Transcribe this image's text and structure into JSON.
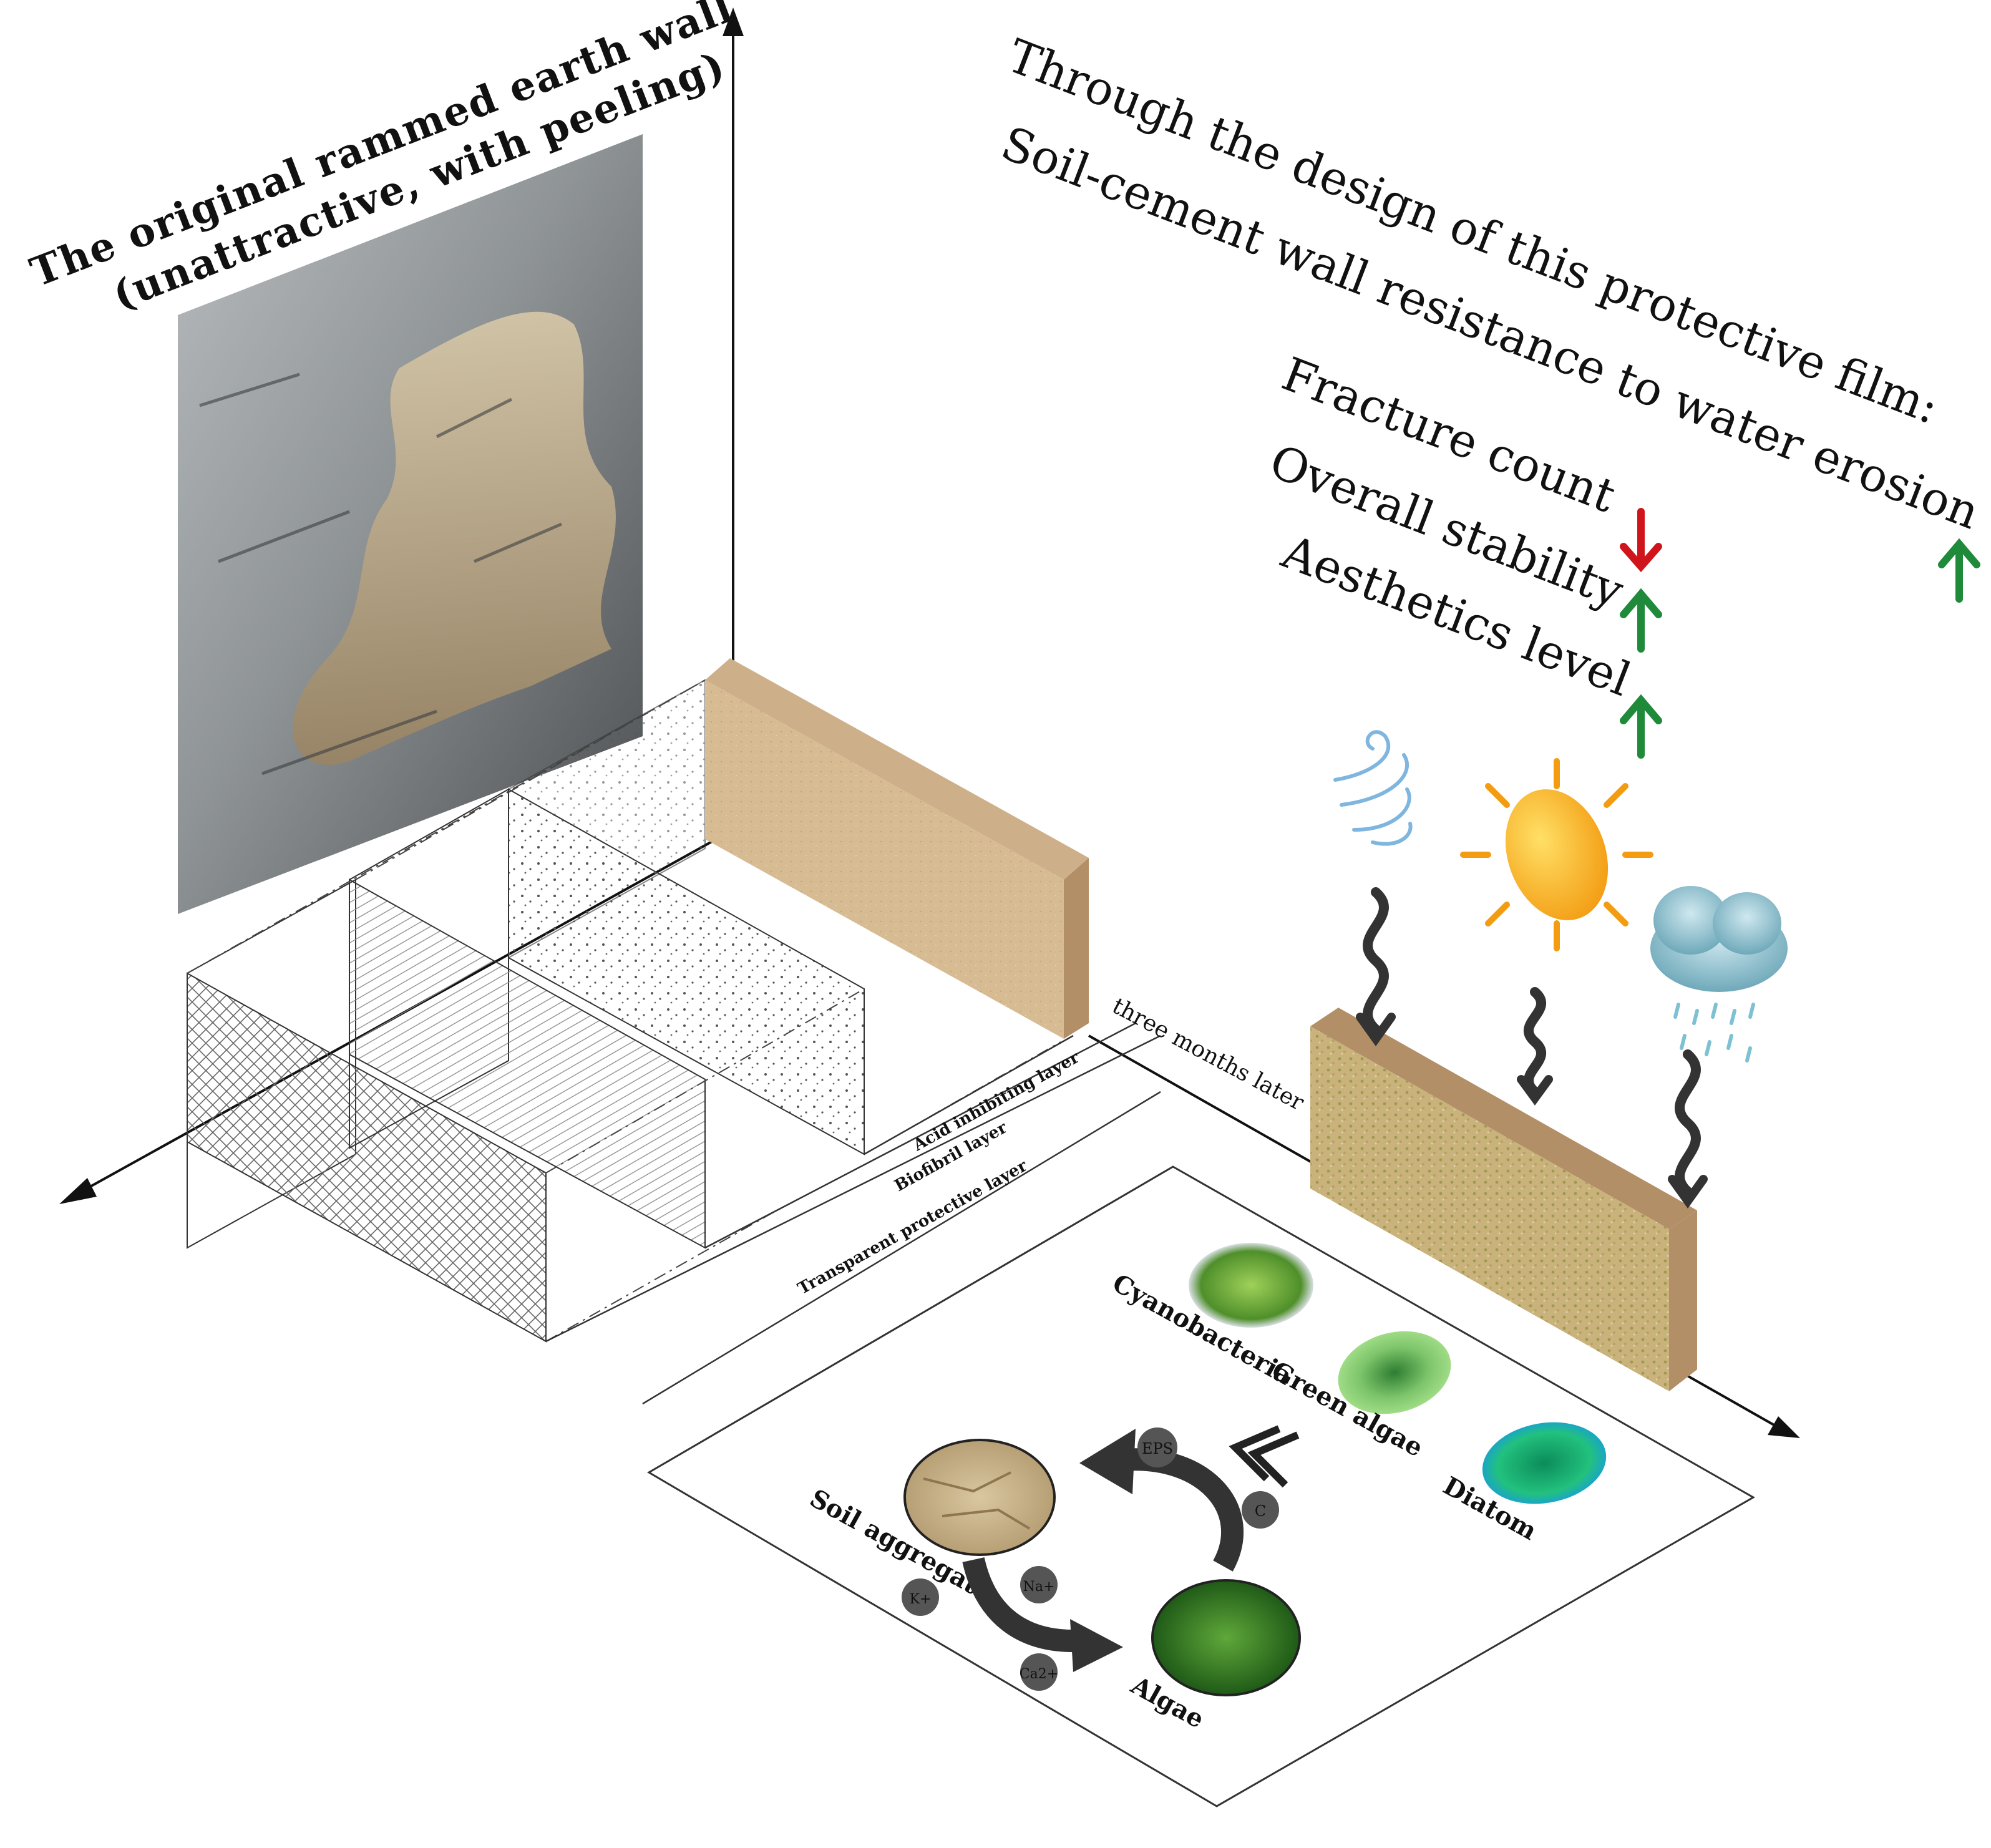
{
  "photo_caption": {
    "line1": "The original rammed earth wall",
    "line2": "(unattractive, with peeling)"
  },
  "effects": {
    "intro": "Through the design of this protective film:",
    "items": [
      {
        "label": "Soil-cement wall resistance to water erosion",
        "direction": "up",
        "color": "#1e8a3a"
      },
      {
        "label": "Fracture count",
        "direction": "down",
        "color": "#d0141c"
      },
      {
        "label": "Overall stability",
        "direction": "up",
        "color": "#1e8a3a"
      },
      {
        "label": "Aesthetics level",
        "direction": "up",
        "color": "#1e8a3a"
      }
    ]
  },
  "layers": [
    {
      "label": "Acid inhibiting layer"
    },
    {
      "label": "Biofibril layer"
    },
    {
      "label": "Transparent protective layer"
    }
  ],
  "timeline_label": "three months later",
  "weather_icons": [
    "wind-icon",
    "sun-icon",
    "rain-cloud-icon"
  ],
  "organisms": [
    {
      "label": "Cyanobacteria"
    },
    {
      "label": "Green algae"
    },
    {
      "label": "Diatom"
    }
  ],
  "cycle": {
    "soil_label": "Soil aggregate",
    "algae_label": "Algae",
    "ions_top": [
      "EPS",
      "C"
    ],
    "ions_bottom": [
      "K+",
      "Na+",
      "Ca2+"
    ]
  },
  "colors": {
    "wall_face": "#d7bb93",
    "wall_side": "#b38f67",
    "wall_top": "#cdb089",
    "arrow_up": "#1e8a3a",
    "arrow_down": "#d0141c"
  }
}
